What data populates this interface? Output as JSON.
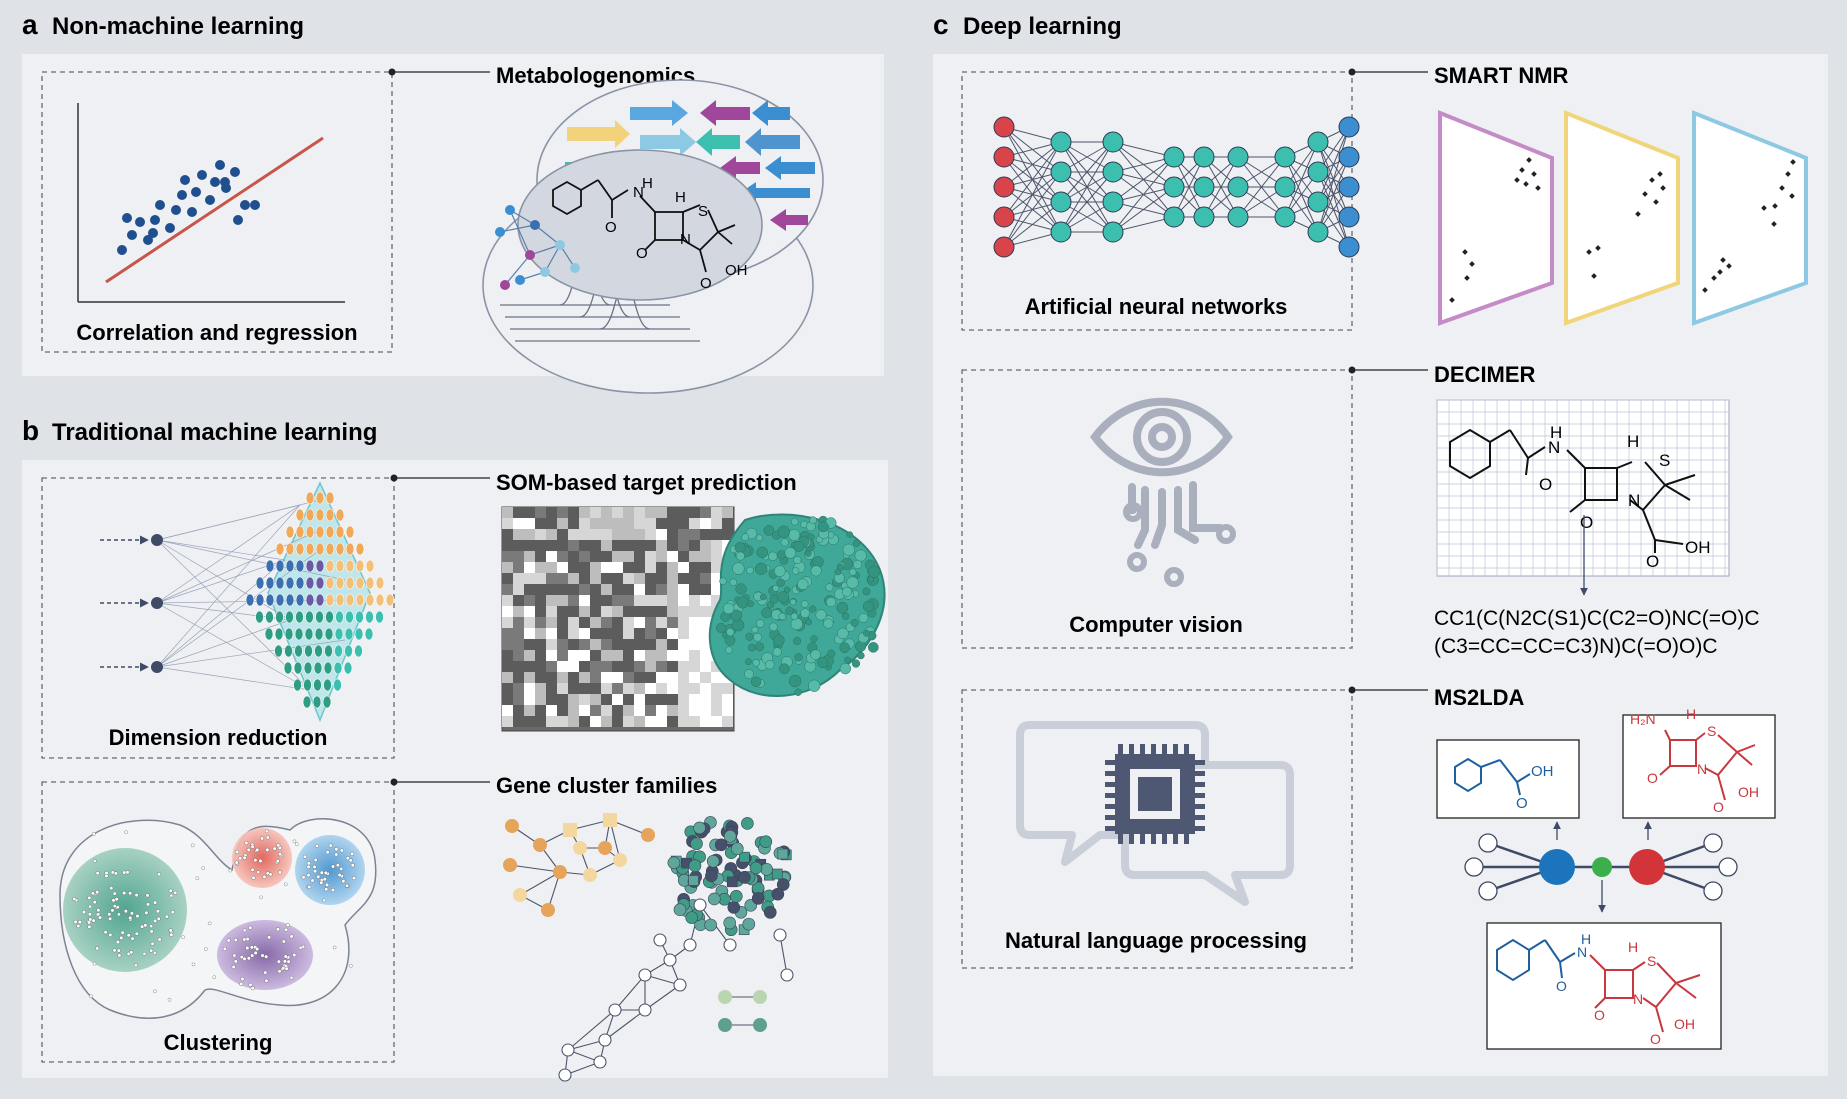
{
  "panel_a": {
    "letter": "a",
    "title": "Non-machine learning",
    "box_label": "Correlation and regression",
    "right_title": "Metabologenomics"
  },
  "panel_b": {
    "letter": "b",
    "title": "Traditional machine learning",
    "box1_label": "Dimension reduction",
    "box2_label": "Clustering",
    "right1_title": "SOM-based target prediction",
    "right2_title": "Gene cluster families"
  },
  "panel_c": {
    "letter": "c",
    "title": "Deep learning",
    "box1_label": "Artificial neural networks",
    "box2_label": "Computer vision",
    "box3_label": "Natural language processing",
    "right1_title": "SMART NMR",
    "right2_title": "DECIMER",
    "right3_title": "MS2LDA",
    "smiles_line1": "CC1(C(N2C(S1)C(C2=O)NC(=O)C",
    "smiles_line2": "(C3=CC=CC=C3)N)C(=O)O)C"
  },
  "chem": {
    "H": "H",
    "N": "N",
    "S": "S",
    "O": "O",
    "OH": "OH",
    "H2N": "H₂N"
  },
  "colors": {
    "panel_bg": "#eef0f3",
    "page_bg": "#dfe3e8",
    "dash": "#666a75",
    "node_red": "#d9434a",
    "node_teal": "#3dbfb0",
    "node_blue": "#3b8fd0",
    "nmr_purple": "#c58bc6",
    "nmr_yellow": "#f0d57a",
    "nmr_blue": "#8ec9e3",
    "chem_blue": "#1f5f9e",
    "chem_red": "#c8383e"
  }
}
